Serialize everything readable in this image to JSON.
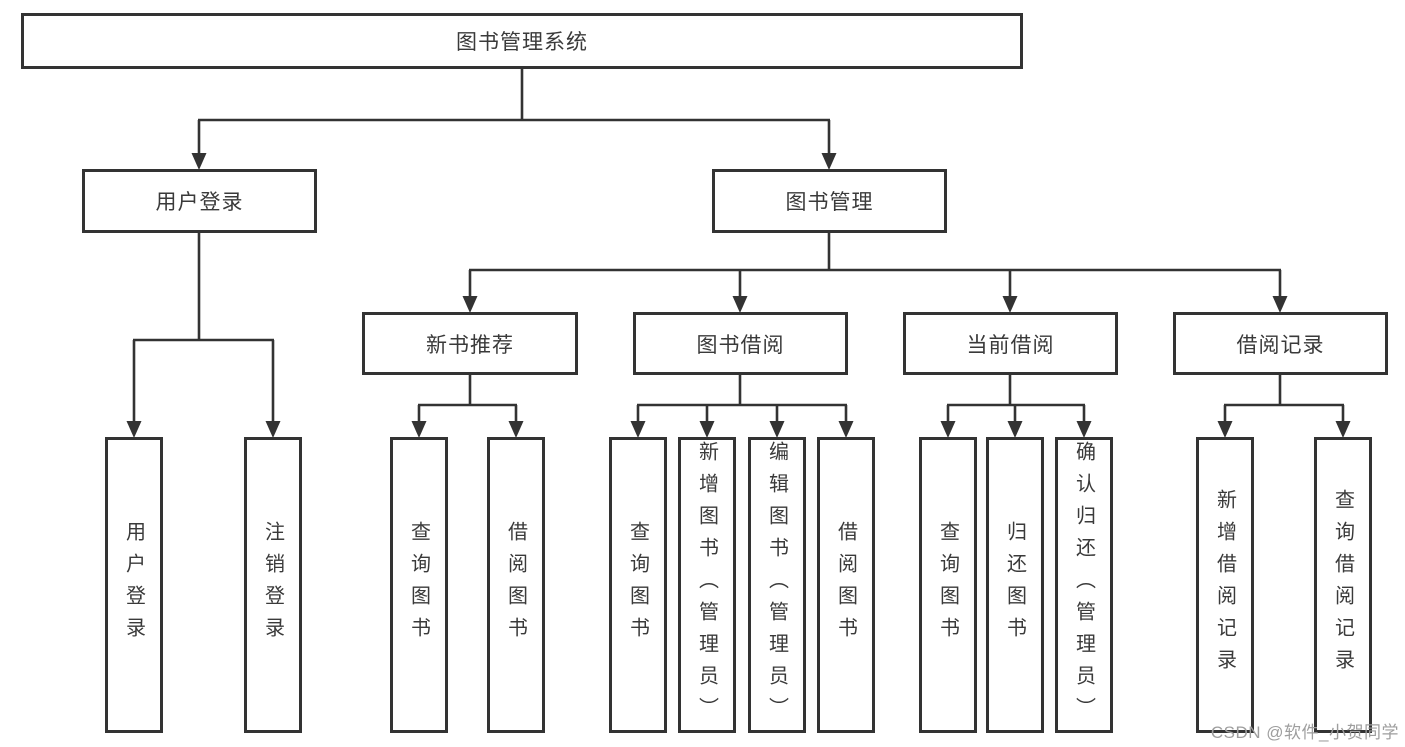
{
  "diagram": {
    "root": {
      "label": "图书管理系统"
    },
    "branches": {
      "user_login": {
        "label": "用户登录"
      },
      "book_management": {
        "label": "图书管理"
      }
    },
    "modules": {
      "new_book_recommend": {
        "label": "新书推荐"
      },
      "book_borrowing": {
        "label": "图书借阅"
      },
      "current_borrowing": {
        "label": "当前借阅"
      },
      "borrowing_records": {
        "label": "借阅记录"
      }
    },
    "leaves": {
      "user_login": {
        "label": "用户登录"
      },
      "logout": {
        "label": "注销登录"
      },
      "nb_query_books": {
        "label": "查询图书"
      },
      "nb_borrow_books": {
        "label": "借阅图书"
      },
      "bb_query_books": {
        "label": "查询图书"
      },
      "bb_add_books_admin": {
        "label": "新增图书（管理员）"
      },
      "bb_edit_books_admin": {
        "label": "编辑图书（管理员）"
      },
      "bb_borrow_books": {
        "label": "借阅图书"
      },
      "cb_query_books": {
        "label": "查询图书"
      },
      "cb_return_books": {
        "label": "归还图书"
      },
      "cb_confirm_return_admin": {
        "label": "确认归还（管理员）"
      },
      "br_add_record": {
        "label": "新增借阅记录"
      },
      "br_query_record": {
        "label": "查询借阅记录"
      }
    }
  },
  "watermark": "CSDN @软件_小贺同学",
  "colors": {
    "line": "#333333",
    "text": "#3a3a3a",
    "watermark": "#9e9e9e",
    "background": "#ffffff"
  }
}
